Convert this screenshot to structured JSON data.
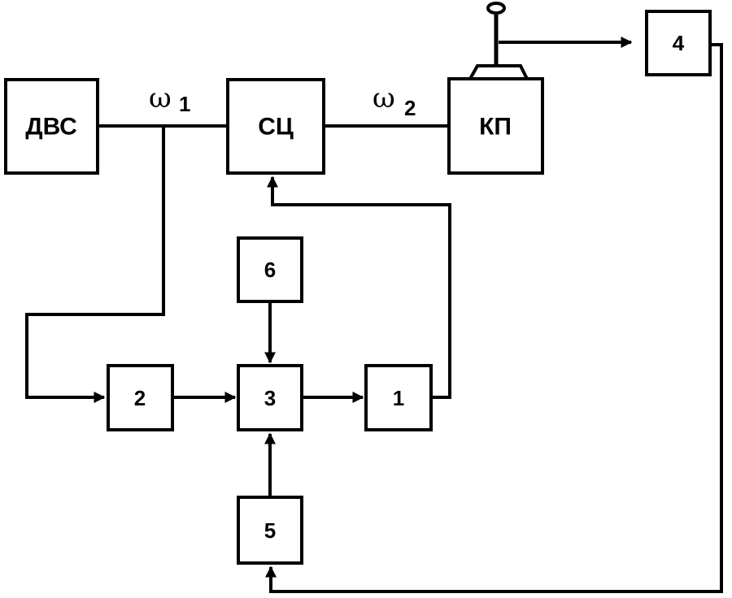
{
  "blocks": {
    "dvs": "ДВС",
    "sc": "СЦ",
    "kp": "КП",
    "b1": "1",
    "b2": "2",
    "b3": "3",
    "b4": "4",
    "b5": "5",
    "b6": "6"
  },
  "shaft_labels": {
    "omega1_symbol": "ω",
    "omega1_sub": "1",
    "omega2_symbol": "ω",
    "omega2_sub": "2"
  }
}
